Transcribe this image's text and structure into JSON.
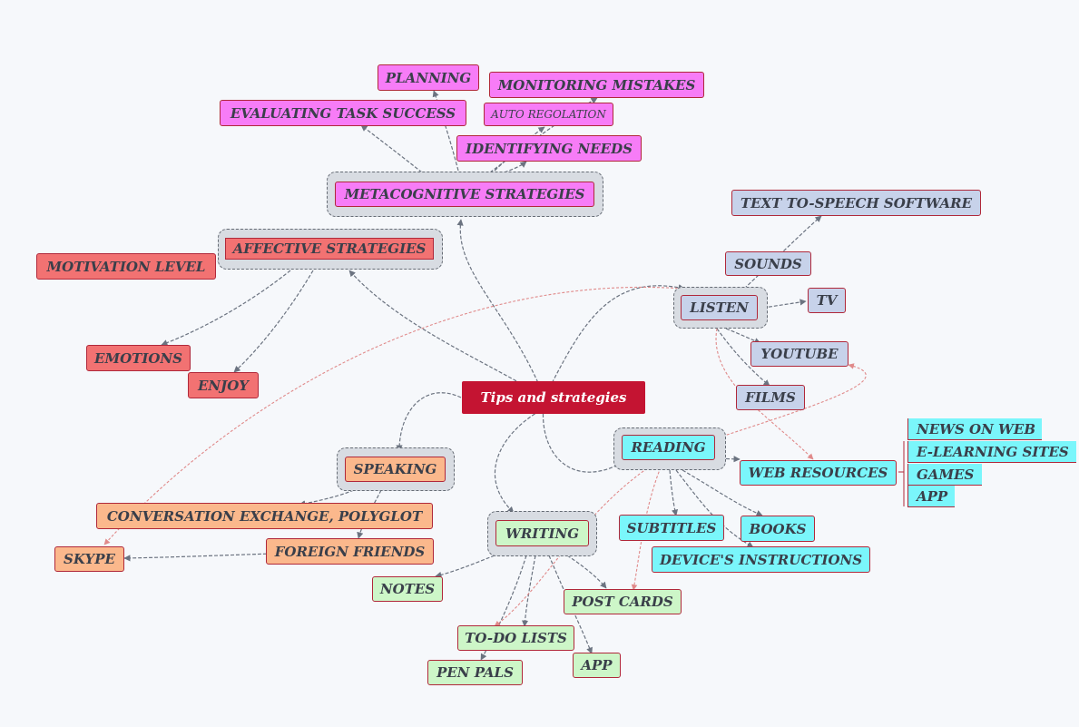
{
  "central": {
    "label": "Tips and strategies"
  },
  "metacognitive": {
    "label": "METACOGNITIVE STRATEGIES",
    "children": {
      "planning": "PLANNING",
      "monitoring": "MONITORING MISTAKES",
      "evaluating": "EVALUATING TASK SUCCESS",
      "auto": "AUTO REGOLATION",
      "identifying": "IDENTIFYING NEEDS"
    }
  },
  "affective": {
    "label": "AFFECTIVE STRATEGIES",
    "children": {
      "motivation": "MOTIVATION LEVEL",
      "emotions": "EMOTIONS",
      "enjoy": "ENJOY"
    }
  },
  "listen": {
    "label": "LISTEN",
    "children": {
      "text_to_speech": "TEXT TO-SPEECH SOFTWARE",
      "sounds": "SOUNDS",
      "tv": "TV",
      "youtube": "YOUTUBE",
      "films": "FILMS"
    }
  },
  "reading": {
    "label": "READING",
    "children": {
      "web_resources": "WEB RESOURCES",
      "subtitles": "SUBTITLES",
      "books": "BOOKS",
      "device": "DEVICE'S INSTRUCTIONS"
    }
  },
  "web_resources_list": [
    "NEWS ON WEB",
    "E-LEARNING SITES",
    "GAMES",
    "APP"
  ],
  "speaking": {
    "label": "SPEAKING",
    "children": {
      "conversation": "CONVERSATION EXCHANGE, POLYGLOT",
      "friends": "FOREIGN FRIENDS",
      "skype": "SKYPE"
    }
  },
  "writing": {
    "label": "WRITING",
    "children": {
      "notes": "NOTES",
      "post_cards": "POST CARDS",
      "todo": "TO-DO LISTS",
      "pen_pals": "PEN PALS",
      "app": "APP"
    }
  },
  "colors": {
    "central": "#c41432",
    "metacognitive": "#f77cf7",
    "affective": "#f27272",
    "speaking": "#fbb88c",
    "writing": "#cdf6c8",
    "listen": "#c7d2ea",
    "reading": "#7af6fb",
    "connector": "#6b7380",
    "cross_link": "#e08a8a"
  }
}
